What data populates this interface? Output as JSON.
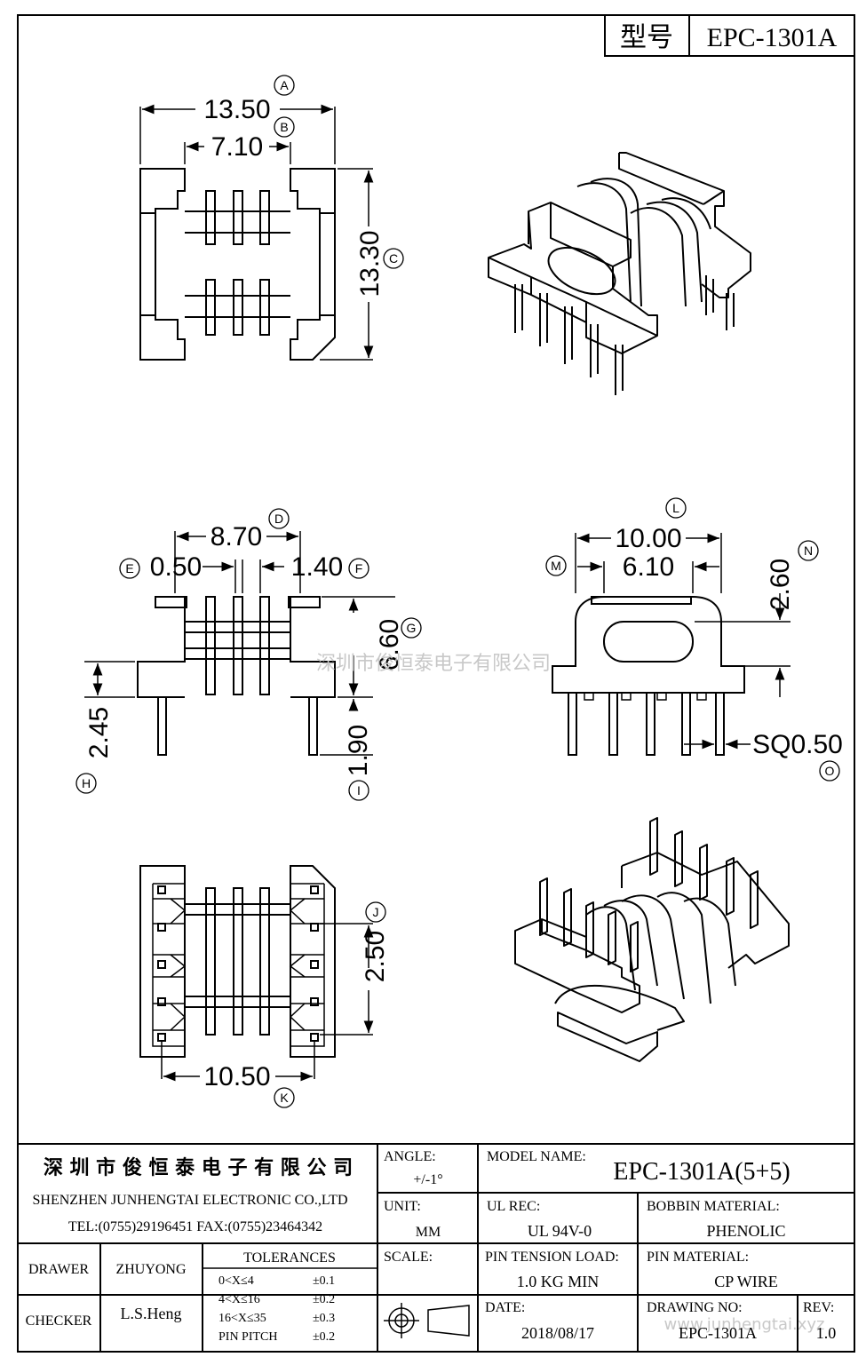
{
  "model_box": {
    "label": "型号",
    "value": "EPC-1301A"
  },
  "dimensions": {
    "top_width": "13.50",
    "top_inner": "7.10",
    "top_height": "13.30",
    "front_width": "8.70",
    "front_slot": "0.50",
    "front_pitch": "1.40",
    "front_height": "6.60",
    "front_base": "2.45",
    "front_pin": "1.90",
    "side_width": "10.00",
    "side_inner": "6.10",
    "side_height": "2.60",
    "side_pin": "SQ0.50",
    "bottom_pitch": "2.50",
    "bottom_width": "10.50"
  },
  "callouts": [
    "A",
    "B",
    "C",
    "D",
    "E",
    "F",
    "G",
    "H",
    "I",
    "L",
    "M",
    "N",
    "O",
    "J",
    "K"
  ],
  "watermark": "深圳市俊恒泰电子有限公司",
  "watermark_url": "www.junhengtai.xyz",
  "title_block": {
    "company_cn": "深 圳 市 俊 恒 泰 电 子 有 限 公 司",
    "company_en": "SHENZHEN JUNHENGTAI ELECTRONIC CO.,LTD",
    "contact": "TEL:(0755)29196451 FAX:(0755)23464342",
    "angle_label": "ANGLE:",
    "angle_value": "+/-1°",
    "model_label": "MODEL NAME:",
    "model_value": "EPC-1301A(5+5)",
    "unit_label": "UNIT:",
    "unit_value": "MM",
    "ul_label": "UL REC:",
    "ul_value": "UL 94V-0",
    "bobbin_label": "BOBBIN MATERIAL:",
    "bobbin_value": "PHENOLIC",
    "drawer_label": "DRAWER",
    "drawer_value": "ZHUYONG",
    "tolerances_label": "TOLERANCES",
    "tolerances": [
      {
        "range": "0<X≤4",
        "value": "±0.1"
      },
      {
        "range": "4<X≤16",
        "value": "±0.2"
      },
      {
        "range": "16<X≤35",
        "value": "±0.3"
      },
      {
        "range": "PIN PITCH",
        "value": "±0.2"
      }
    ],
    "scale_label": "SCALE:",
    "pin_tension_label": "PIN TENSION LOAD:",
    "pin_tension_value": "1.0 KG MIN",
    "pin_material_label": "PIN MATERIAL:",
    "pin_material_value": "CP WIRE",
    "checker_label": "CHECKER",
    "checker_value": "L.S.Heng",
    "date_label": "DATE:",
    "date_value": "2018/08/17",
    "drawing_no_label": "DRAWING NO:",
    "drawing_no_value": "EPC-1301A",
    "rev_label": "REV:",
    "rev_value": "1.0"
  }
}
